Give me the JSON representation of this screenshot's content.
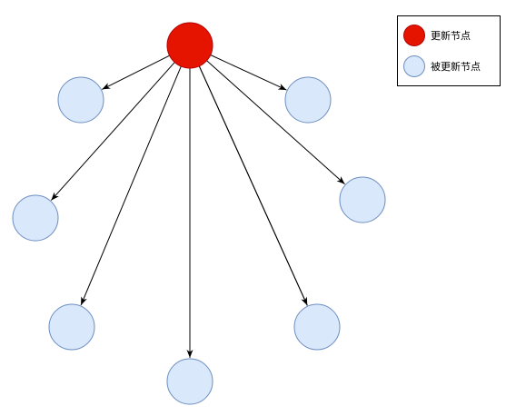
{
  "colors": {
    "update_fill": "#e51400",
    "update_stroke": "#b20000",
    "updated_fill": "#dae8fc",
    "updated_stroke": "#6c8ebf",
    "edge": "#000000"
  },
  "diagram": {
    "nodes": [
      {
        "id": "root",
        "kind": "update"
      },
      {
        "id": "n1",
        "kind": "updated"
      },
      {
        "id": "n2",
        "kind": "updated"
      },
      {
        "id": "n3",
        "kind": "updated"
      },
      {
        "id": "n4",
        "kind": "updated"
      },
      {
        "id": "n5",
        "kind": "updated"
      },
      {
        "id": "n6",
        "kind": "updated"
      },
      {
        "id": "n7",
        "kind": "updated"
      },
      {
        "id": "n8",
        "kind": "updated"
      }
    ],
    "edges": [
      {
        "from": "root",
        "to": "n1",
        "arrow": true
      },
      {
        "from": "root",
        "to": "n2",
        "arrow": true
      },
      {
        "from": "root",
        "to": "n3",
        "arrow": true
      },
      {
        "from": "root",
        "to": "n4",
        "arrow": true
      },
      {
        "from": "root",
        "to": "n5",
        "arrow": true
      },
      {
        "from": "root",
        "to": "n6",
        "arrow": true
      },
      {
        "from": "root",
        "to": "n7",
        "arrow": true
      },
      {
        "from": "root",
        "to": "n8",
        "arrow": false
      }
    ]
  },
  "legend": {
    "items": [
      {
        "kind": "update",
        "label": "更新节点"
      },
      {
        "kind": "updated",
        "label": "被更新节点"
      }
    ]
  }
}
